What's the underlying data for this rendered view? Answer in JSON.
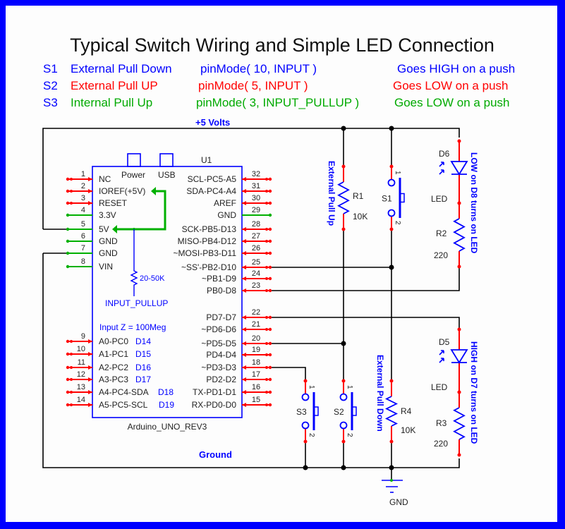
{
  "title": "Typical Switch Wiring and Simple LED Connection",
  "legend": [
    {
      "id": "S1",
      "desc": "External Pull Down",
      "code": "pinMode( 10, INPUT )",
      "behavior": "Goes HIGH on a push",
      "color": "#0000ff"
    },
    {
      "id": "S2",
      "desc": "External Pull UP",
      "code": "pinMode( 5, INPUT )",
      "behavior": "Goes LOW on a push",
      "color": "#ff0000"
    },
    {
      "id": "S3",
      "desc": "Internal Pull Up",
      "code": "pinMode( 3, INPUT_PULLUP )",
      "behavior": "Goes LOW on a push",
      "color": "#00aa00"
    }
  ],
  "legend_id_color": "#0000ff",
  "colors": {
    "frame": "#0000ff",
    "wire": "#000000",
    "pin_red": "#ff0000",
    "pin_green": "#00aa00",
    "component": "#0000ff",
    "label_dark": "#222222"
  },
  "nets": {
    "vcc": "+5 Volts",
    "ground": "Ground",
    "gnd_symbol": "GND"
  },
  "chip": {
    "ref": "U1",
    "name": "Arduino_UNO_REV3",
    "connectors": [
      "Power",
      "USB"
    ],
    "internal_resistor": "20-50K",
    "internal_label": "INPUT_PULLUP",
    "input_z": "Input Z = 100Meg",
    "left_pins": [
      {
        "num": "1",
        "name": "NC",
        "alt": "",
        "kind": "red"
      },
      {
        "num": "2",
        "name": "IOREF(+5V)",
        "alt": "",
        "kind": "red"
      },
      {
        "num": "3",
        "name": "RESET",
        "alt": "",
        "kind": "red"
      },
      {
        "num": "4",
        "name": "3.3V",
        "alt": "",
        "kind": "green"
      },
      {
        "num": "5",
        "name": "5V",
        "alt": "",
        "kind": "green"
      },
      {
        "num": "6",
        "name": "GND",
        "alt": "",
        "kind": "green"
      },
      {
        "num": "7",
        "name": "GND",
        "alt": "",
        "kind": "green"
      },
      {
        "num": "8",
        "name": "VIN",
        "alt": "",
        "kind": "green"
      },
      {
        "num": "9",
        "name": "A0-PC0",
        "alt": "D14",
        "kind": "red"
      },
      {
        "num": "10",
        "name": "A1-PC1",
        "alt": "D15",
        "kind": "red"
      },
      {
        "num": "11",
        "name": "A2-PC2",
        "alt": "D16",
        "kind": "red"
      },
      {
        "num": "12",
        "name": "A3-PC3",
        "alt": "D17",
        "kind": "red"
      },
      {
        "num": "13",
        "name": "A4-PC4-SDA",
        "alt": "D18",
        "kind": "red"
      },
      {
        "num": "14",
        "name": "A5-PC5-SCL",
        "alt": "D19",
        "kind": "red"
      }
    ],
    "right_pins": [
      {
        "num": "32",
        "name": "SCL-PC5-A5",
        "kind": "red"
      },
      {
        "num": "31",
        "name": "SDA-PC4-A4",
        "kind": "red"
      },
      {
        "num": "30",
        "name": "AREF",
        "kind": "red"
      },
      {
        "num": "29",
        "name": "GND",
        "kind": "green"
      },
      {
        "num": "28",
        "name": "SCK-PB5-D13",
        "kind": "red"
      },
      {
        "num": "27",
        "name": "MISO-PB4-D12",
        "kind": "red"
      },
      {
        "num": "26",
        "name": "~MOSI-PB3-D11",
        "kind": "red"
      },
      {
        "num": "25",
        "name": "~SS'-PB2-D10",
        "kind": "red"
      },
      {
        "num": "24",
        "name": "~PB1-D9",
        "kind": "red"
      },
      {
        "num": "23",
        "name": "PB0-D8",
        "kind": "red"
      },
      {
        "num": "22",
        "name": "PD7-D7",
        "kind": "red"
      },
      {
        "num": "21",
        "name": "~PD6-D6",
        "kind": "red"
      },
      {
        "num": "20",
        "name": "~PD5-D5",
        "kind": "red"
      },
      {
        "num": "19",
        "name": "PD4-D4",
        "kind": "red"
      },
      {
        "num": "18",
        "name": "~PD3-D3",
        "kind": "red"
      },
      {
        "num": "17",
        "name": "PD2-D2",
        "kind": "red"
      },
      {
        "num": "16",
        "name": "TX-PD1-D1",
        "kind": "red"
      },
      {
        "num": "15",
        "name": "RX-PD0-D0",
        "kind": "red"
      }
    ]
  },
  "components": {
    "R1": {
      "ref": "R1",
      "value": "10K",
      "note": "External Pull Up"
    },
    "R4": {
      "ref": "R4",
      "value": "10K",
      "note": "External Pull Down"
    },
    "R2": {
      "ref": "R2",
      "value": "220"
    },
    "R3": {
      "ref": "R3",
      "value": "220"
    },
    "D6": {
      "ref": "D6",
      "type": "LED",
      "note": "LOW on D8 turns on LED"
    },
    "D5": {
      "ref": "D5",
      "type": "LED",
      "note": "HIGH on D7 turns on LED"
    },
    "S1": {
      "ref": "S1",
      "pin1": "1",
      "pin2": "2"
    },
    "S2": {
      "ref": "S2",
      "pin1": "1",
      "pin2": "2"
    },
    "S3": {
      "ref": "S3",
      "pin1": "1",
      "pin2": "2"
    }
  }
}
